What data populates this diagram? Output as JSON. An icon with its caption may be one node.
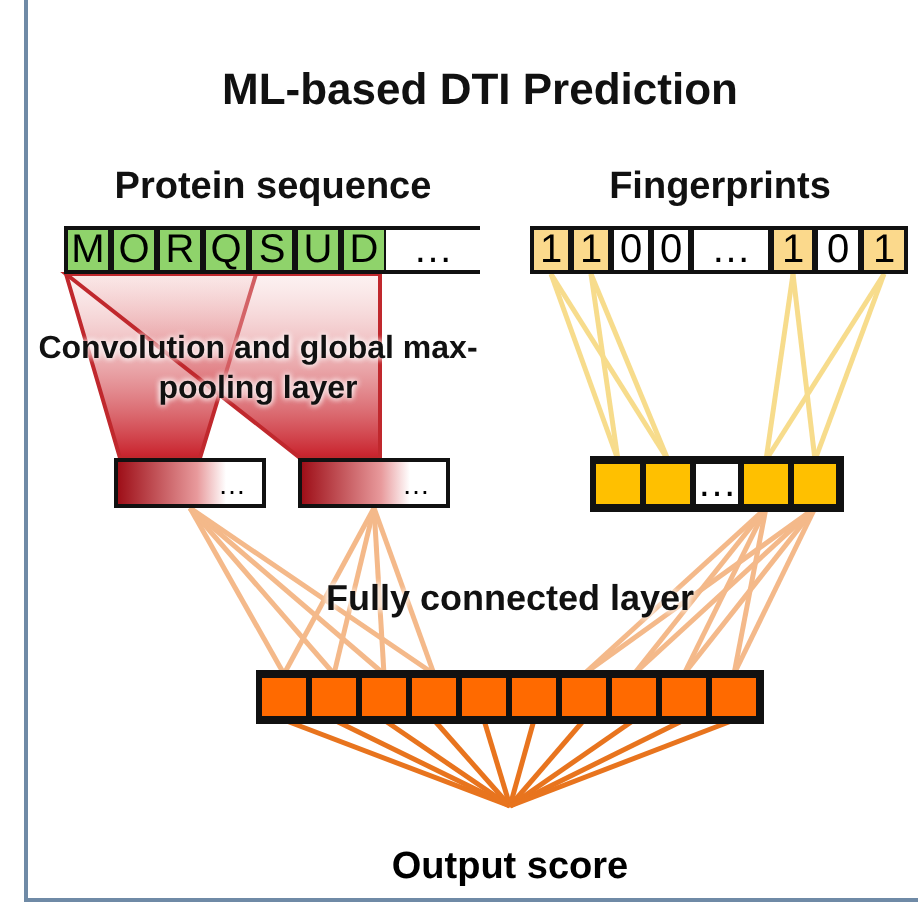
{
  "diagram": {
    "title": "ML-based DTI Prediction",
    "nodes": [
      {
        "text": [
          "Protein sequence"
        ]
      },
      {
        "text": [
          "M"
        ],
        "in": 0
      },
      {
        "text": [
          "O"
        ],
        "in": 0
      },
      {
        "text": [
          "R"
        ],
        "in": 0
      },
      {
        "text": [
          "Q"
        ],
        "in": 0
      },
      {
        "text": [
          "S"
        ],
        "in": 0
      },
      {
        "text": [
          "U"
        ],
        "in": 0
      },
      {
        "text": [
          "D"
        ],
        "in": 0
      },
      {
        "text": [
          "…"
        ],
        "in": 0
      },
      {
        "text": [
          "Fingerprints"
        ]
      },
      {
        "text": [
          "1"
        ],
        "in": 9
      },
      {
        "text": [
          "1"
        ],
        "in": 9
      },
      {
        "text": [
          "0"
        ],
        "in": 9
      },
      {
        "text": [
          "0"
        ],
        "in": 9
      },
      {
        "text": [
          "…"
        ],
        "in": 9
      },
      {
        "text": [
          "1"
        ],
        "in": 9
      },
      {
        "text": [
          "0"
        ],
        "in": 9
      },
      {
        "text": [
          "1"
        ],
        "in": 9
      },
      {
        "text": [
          "…"
        ]
      },
      {
        "text": [
          "…"
        ]
      },
      {
        "text": [],
        "shape": "bar"
      },
      {
        "text": [],
        "shape": "box",
        "in": 20
      },
      {
        "text": [],
        "shape": "box",
        "in": 20
      },
      {
        "text": [
          "…"
        ],
        "in": 20
      },
      {
        "text": [],
        "shape": "box",
        "in": 20
      },
      {
        "text": [],
        "shape": "box",
        "in": 20
      },
      {
        "text": [],
        "shape": "bar"
      },
      {
        "text": [],
        "shape": "box",
        "in": 26
      },
      {
        "text": [],
        "shape": "box",
        "in": 26
      },
      {
        "text": [],
        "shape": "box",
        "in": 26
      },
      {
        "text": [],
        "shape": "box",
        "in": 26
      },
      {
        "text": [],
        "shape": "box",
        "in": 26
      },
      {
        "text": [],
        "shape": "box",
        "in": 26
      },
      {
        "text": [],
        "shape": "box",
        "in": 26
      },
      {
        "text": [],
        "shape": "box",
        "in": 26
      },
      {
        "text": [],
        "shape": "box",
        "in": 26
      },
      {
        "text": [],
        "shape": "box",
        "in": 26
      },
      {
        "text": [
          "Output score"
        ]
      }
    ],
    "edges": [
      {
        "from": 0,
        "to": 18,
        "arrow": "none",
        "color": "#c0282d"
      },
      {
        "from": 0,
        "to": 19,
        "arrow": "none",
        "color": "#c0282d"
      },
      {
        "from": 10,
        "to": 21,
        "arrow": "none",
        "color": "#f7dc8c"
      },
      {
        "from": 10,
        "to": 22,
        "arrow": "none",
        "color": "#f7dc8c"
      },
      {
        "from": 11,
        "to": 21,
        "arrow": "none",
        "color": "#f7dc8c"
      },
      {
        "from": 11,
        "to": 22,
        "arrow": "none",
        "color": "#f7dc8c"
      },
      {
        "from": 15,
        "to": 24,
        "arrow": "none",
        "color": "#f7dc8c"
      },
      {
        "from": 15,
        "to": 25,
        "arrow": "none",
        "color": "#f7dc8c"
      },
      {
        "from": 17,
        "to": 24,
        "arrow": "none",
        "color": "#f7dc8c"
      },
      {
        "from": 17,
        "to": 25,
        "arrow": "none",
        "color": "#f7dc8c"
      },
      {
        "from": 18,
        "to": 27,
        "arrow": "none"
      },
      {
        "from": 18,
        "to": 28,
        "arrow": "none"
      },
      {
        "from": 18,
        "to": 29,
        "arrow": "none"
      },
      {
        "from": 18,
        "to": 30,
        "arrow": "none"
      },
      {
        "from": 19,
        "to": 27,
        "arrow": "none"
      },
      {
        "from": 19,
        "to": 28,
        "arrow": "none"
      },
      {
        "from": 19,
        "to": 29,
        "arrow": "none"
      },
      {
        "from": 19,
        "to": 30,
        "arrow": "none"
      },
      {
        "from": 24,
        "to": 33,
        "arrow": "none"
      },
      {
        "from": 24,
        "to": 34,
        "arrow": "none"
      },
      {
        "from": 24,
        "to": 35,
        "arrow": "none"
      },
      {
        "from": 24,
        "to": 36,
        "arrow": "none"
      },
      {
        "from": 25,
        "to": 33,
        "arrow": "none"
      },
      {
        "from": 25,
        "to": 34,
        "arrow": "none"
      },
      {
        "from": 25,
        "to": 35,
        "arrow": "none"
      },
      {
        "from": 25,
        "to": 36,
        "arrow": "none"
      },
      {
        "from": 27,
        "to": 37,
        "arrow": "none",
        "color": "#e8741e"
      },
      {
        "from": 28,
        "to": 37,
        "arrow": "none",
        "color": "#e8741e"
      },
      {
        "from": 29,
        "to": 37,
        "arrow": "none",
        "color": "#e8741e"
      },
      {
        "from": 30,
        "to": 37,
        "arrow": "none",
        "color": "#e8741e"
      },
      {
        "from": 31,
        "to": 37,
        "arrow": "none",
        "color": "#e8741e"
      },
      {
        "from": 32,
        "to": 37,
        "arrow": "none",
        "color": "#e8741e"
      },
      {
        "from": 33,
        "to": 37,
        "arrow": "none",
        "color": "#e8741e"
      },
      {
        "from": 34,
        "to": 37,
        "arrow": "none",
        "color": "#e8741e"
      },
      {
        "from": 35,
        "to": 37,
        "arrow": "none",
        "color": "#e8741e"
      },
      {
        "from": 36,
        "to": 37,
        "arrow": "none",
        "color": "#e8741e"
      }
    ],
    "labels": [
      "Convolution and global max-pooling layer",
      "Fully connected layer"
    ]
  }
}
